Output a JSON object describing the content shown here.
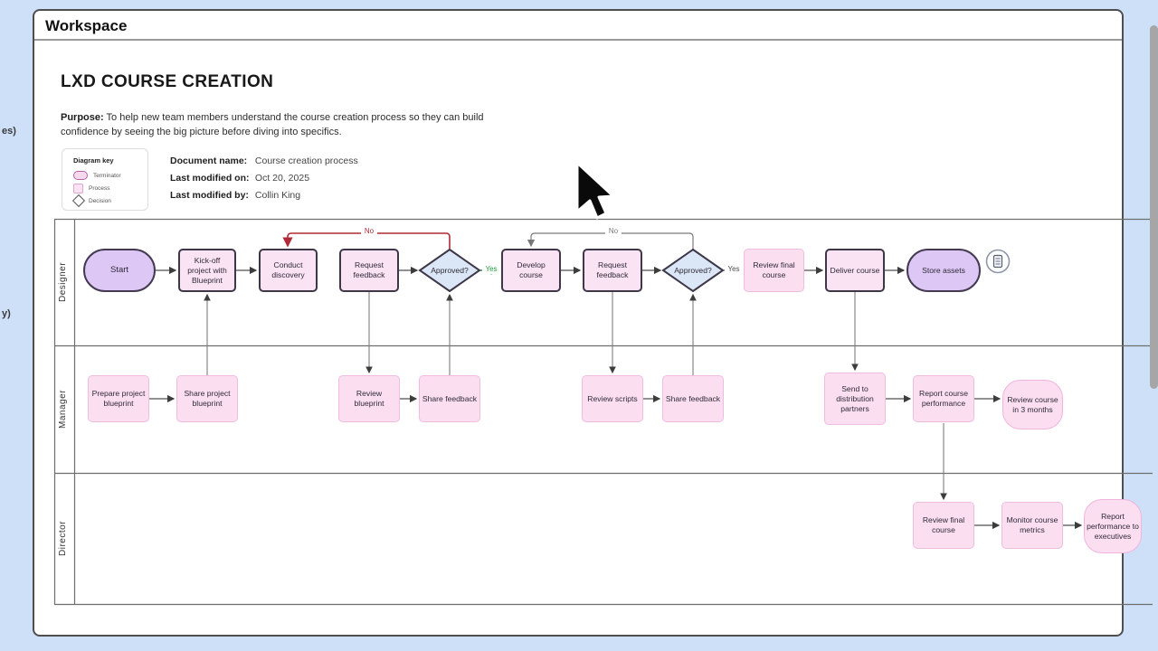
{
  "window": {
    "title": "Workspace"
  },
  "doc": {
    "title": "LXD COURSE CREATION",
    "purpose_label": "Purpose:",
    "purpose_text": " To help new team members understand the course creation process so they can build confidence by seeing the big picture before diving into specifics."
  },
  "clipped": {
    "left_top": "es)",
    "left_bottom": "y)"
  },
  "key": {
    "title": "Diagram key",
    "items": [
      "Terminator",
      "Process",
      "Decision"
    ]
  },
  "meta": {
    "rows": [
      {
        "label": "Document name:",
        "value": "Course creation process"
      },
      {
        "label": "Last modified on:",
        "value": "Oct 20, 2025"
      },
      {
        "label": "Last modified by:",
        "value": "Collin King"
      }
    ]
  },
  "lanes": [
    {
      "label": "Designer"
    },
    {
      "label": "Manager"
    },
    {
      "label": "Director"
    }
  ],
  "nodes": {
    "start": "Start",
    "kickoff": "Kick-off project with Blueprint",
    "conduct": "Conduct discovery",
    "request1": "Request feedback",
    "approved1": "Approved?",
    "develop": "Develop course",
    "request2": "Request feedback",
    "approved2": "Approved?",
    "review_final_designer": "Review final course",
    "deliver": "Deliver course",
    "store": "Store assets",
    "prepare": "Prepare project blueprint",
    "share_project": "Share project blueprint",
    "review_blueprint": "Review blueprint",
    "share_feedback1": "Share feedback",
    "review_scripts": "Review scripts",
    "share_feedback2": "Share feedback",
    "send_distribution": "Send to distribution partners",
    "report_performance": "Report course performance",
    "review_3_months": "Review course in 3 months",
    "review_final_director": "Review final course",
    "monitor_metrics": "Monitor course metrics",
    "report_executives": "Report performance to executives"
  },
  "edge_labels": {
    "yes1": "Yes",
    "no1": "No",
    "yes2": "Yes",
    "no2": "No"
  },
  "edges": [
    "Start->Kick-off project with Blueprint",
    "Kick-off project with Blueprint->Conduct discovery",
    "Conduct discovery->Request feedback",
    "Request feedback->Approved?(1)",
    "Approved?(1)-Yes->Develop course",
    "Approved?(1)-No->Conduct discovery",
    "Develop course->Request feedback(2)",
    "Request feedback(2)->Approved?(2)",
    "Approved?(2)-Yes->Review final course",
    "Approved?(2)-No->Develop course",
    "Review final course->Deliver course",
    "Deliver course->Store assets",
    "Share project blueprint->Kick-off project with Blueprint",
    "Request feedback(1)->Review blueprint",
    "Prepare project blueprint->Share project blueprint",
    "Review blueprint->Share feedback(1)",
    "Share feedback(1)->Approved?(1)",
    "Request feedback(2)->Review scripts",
    "Review scripts->Share feedback(2)",
    "Share feedback(2)->Approved?(2)",
    "Deliver course->Send to distribution partners",
    "Send to distribution partners->Report course performance",
    "Report course performance->Review course in 3 months",
    "Report course performance->Review final course(Director)",
    "Review final course(Director)->Monitor course metrics",
    "Monitor course metrics->Report performance to executives"
  ],
  "colors": {
    "canvas": "#cde0f7",
    "process_fill": "#fae3f3",
    "process_border": "#3d3748",
    "terminator_fill": "#ddc7f5",
    "decision_fill": "#dbe7f6",
    "no_red": "#b02a37",
    "yes_green": "#1f9d3a"
  }
}
